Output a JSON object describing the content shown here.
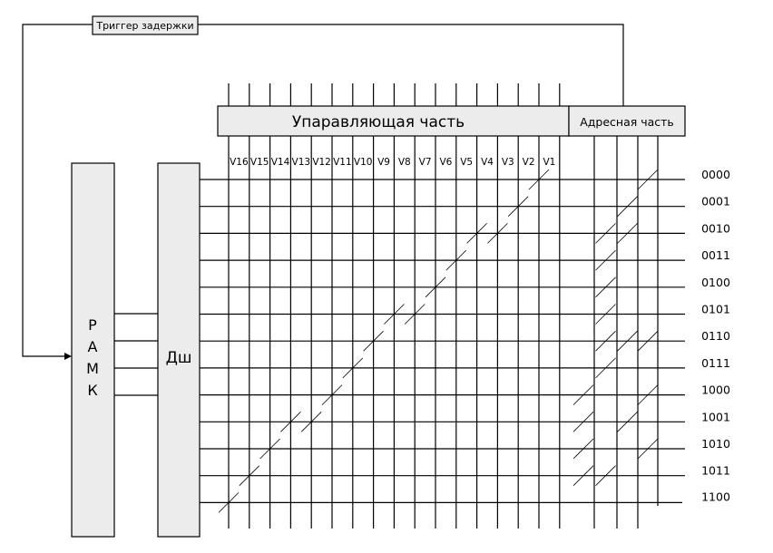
{
  "trigger_label": "Триггер задержки",
  "control_section_label": "Упаравляющая часть",
  "address_section_label": "Адресная часть",
  "ramk_letters": [
    "Р",
    "А",
    "М",
    "К"
  ],
  "decoder_label": "Дш",
  "column_labels": [
    "V16",
    "V15",
    "V14",
    "V13",
    "V12",
    "V11",
    "V10",
    "V9",
    "V8",
    "V7",
    "V6",
    "V5",
    "V4",
    "V3",
    "V2",
    "V1"
  ],
  "row_labels": [
    "0000",
    "0001",
    "0010",
    "0011",
    "0100",
    "0101",
    "0110",
    "0111",
    "1000",
    "1001",
    "1010",
    "1011",
    "1100"
  ],
  "control_marks": [
    [
      0,
      15
    ],
    [
      1,
      14
    ],
    [
      2,
      13
    ],
    [
      2,
      12
    ],
    [
      3,
      11
    ],
    [
      4,
      10
    ],
    [
      5,
      9
    ],
    [
      5,
      8
    ],
    [
      6,
      7
    ],
    [
      7,
      6
    ],
    [
      8,
      5
    ],
    [
      9,
      4
    ],
    [
      9,
      3
    ],
    [
      10,
      2
    ],
    [
      11,
      1
    ],
    [
      12,
      0
    ]
  ],
  "address_marks": [
    [
      0,
      2
    ],
    [
      1,
      1
    ],
    [
      2,
      0
    ],
    [
      2,
      1
    ],
    [
      3,
      0
    ],
    [
      4,
      0
    ],
    [
      5,
      0
    ],
    [
      6,
      0
    ],
    [
      6,
      1
    ],
    [
      6,
      2
    ],
    [
      7,
      0
    ],
    [
      8,
      -1
    ],
    [
      8,
      2
    ],
    [
      9,
      -1
    ],
    [
      9,
      1
    ],
    [
      10,
      -1
    ],
    [
      10,
      2
    ],
    [
      11,
      -1
    ],
    [
      11,
      0
    ]
  ]
}
